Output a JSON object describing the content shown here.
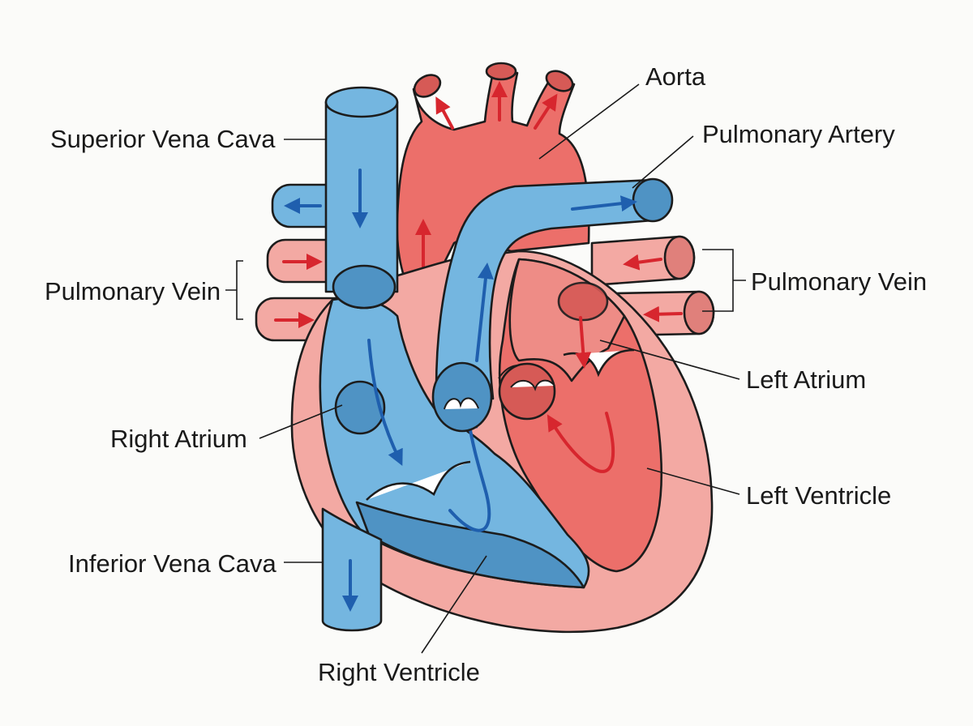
{
  "labels": {
    "aorta": "Aorta",
    "pulmonary_artery": "Pulmonary Artery",
    "superior_vena_cava": "Superior Vena Cava",
    "pulmonary_vein_left": "Pulmonary Vein",
    "pulmonary_vein_right": "Pulmonary Vein",
    "left_atrium": "Left Atrium",
    "right_atrium": "Right Atrium",
    "left_ventricle": "Left Ventricle",
    "inferior_vena_cava": "Inferior Vena Cava",
    "right_ventricle": "Right Ventricle"
  },
  "colors": {
    "oxygenated": "#ec6f6a",
    "oxygenated_light": "#f3a9a3",
    "deoxygenated": "#74b6e0",
    "deoxygenated_dark": "#4f93c4",
    "arrow_red": "#d7262e",
    "arrow_blue": "#1f5fae",
    "outline": "#1c1c1c",
    "background": "#fbfbf9"
  }
}
